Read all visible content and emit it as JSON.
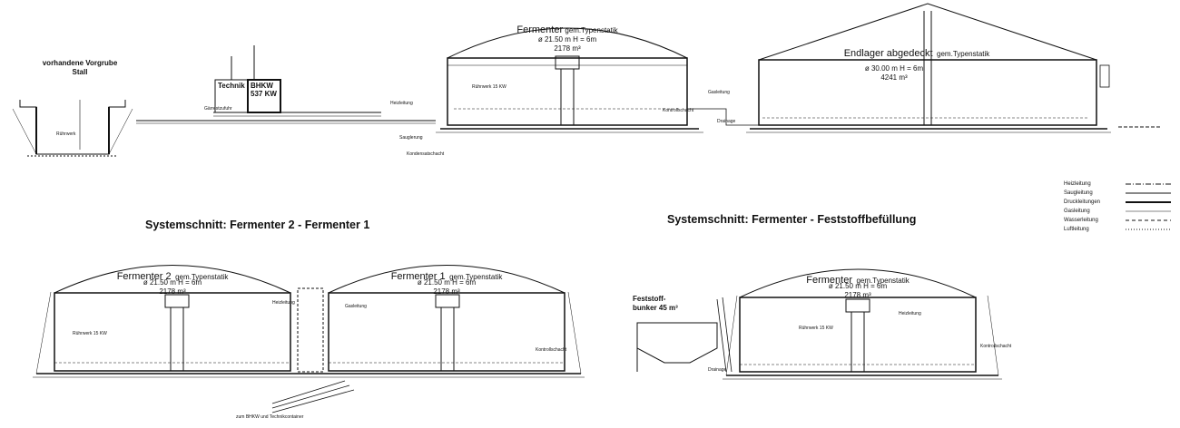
{
  "sections": {
    "system_1_title": "Systemschnitt:  Fermenter 2 - Fermenter 1",
    "system_2_title": "Systemschnitt: Fermenter - Feststoffbefüllung"
  },
  "top": {
    "vorgrube": "vorhandene Vorgrube",
    "stall": "Stall",
    "technik": "Technik",
    "bhkw": "BHKW",
    "bhkw_kw": "537 KW",
    "fermenter_title": "Fermenter",
    "fermenter_statik": "gem.Typenstatik",
    "fermenter_dim": "ø 21.50 m  H = 6m",
    "fermenter_vol": "2178 m³",
    "endlager_title": "Endlager abgedeckt",
    "endlager_statik": "gem.Typenstatik",
    "endlager_dim": "ø 30.00 m  H = 6m",
    "endlager_vol": "4241 m³",
    "small_labels": [
      "Rührwerk",
      "Gärrestzufuhr",
      "Heizleitung",
      "Sauglerung",
      "Kontrollschacht",
      "Gasleitung",
      "Kondensatschacht",
      "Rührwerk 15 KW",
      "Drainage"
    ]
  },
  "bottom_left": {
    "f2_title": "Fermenter 2",
    "f2_statik": "gem.Typenstatik",
    "f2_dim": "ø 21.50 m  H = 6m",
    "f2_vol": "2178 m³",
    "f1_title": "Fermenter 1",
    "f1_statik": "gem.Typenstatik",
    "f1_dim": "ø 21.50 m  H = 6m",
    "f1_vol": "2178 m³",
    "small_labels": [
      "Rührwerk 15 KW",
      "Kontrollschacht",
      "Heizleitung",
      "Gasleitung",
      "zum BHKW und Technikcontainer"
    ]
  },
  "bottom_right": {
    "feststoff": "Feststoff-",
    "bunker": "bunker 45 m³",
    "f_title": "Fermenter",
    "f_statik": "gem.Typenstatik",
    "f_dim": "ø 21.50 m  H = 6m",
    "f_vol": "2178 m³",
    "small_labels": [
      "Rührwerk 15 KW",
      "Kontrollschacht",
      "Drainage",
      "Heizleitung"
    ]
  },
  "legend": [
    {
      "label": "Heizleitung",
      "style": "dashdot"
    },
    {
      "label": "Saugleitung",
      "style": "solid"
    },
    {
      "label": "Druckleitungen",
      "style": "solid-thick"
    },
    {
      "label": "Gasleitung",
      "style": "thin"
    },
    {
      "label": "Wasserleitung",
      "style": "dashed"
    },
    {
      "label": "Luftleitung",
      "style": "dotted"
    }
  ]
}
